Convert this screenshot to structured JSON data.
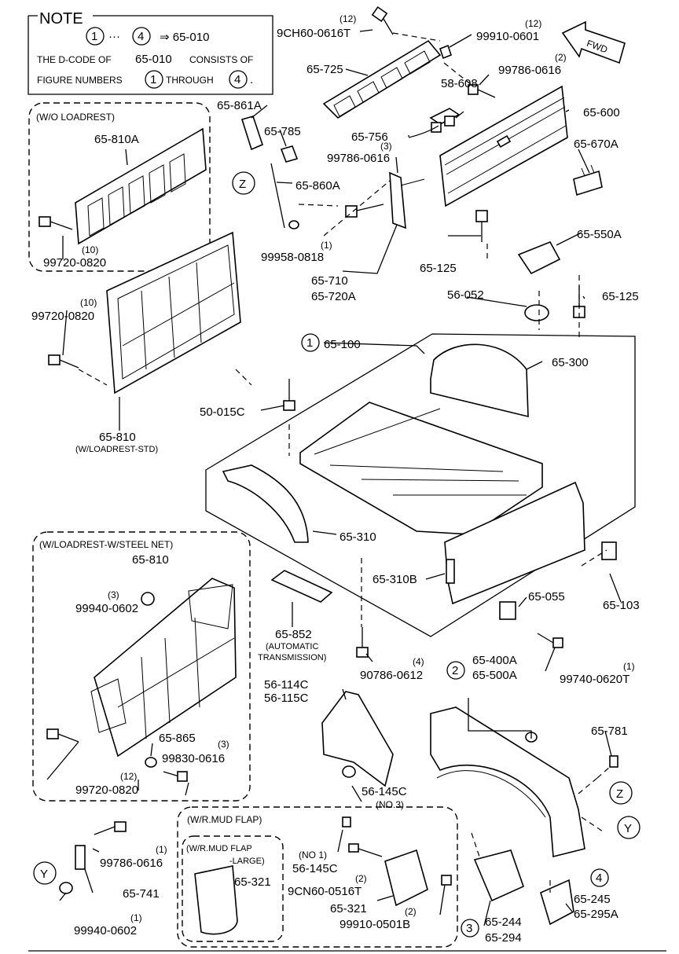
{
  "note": {
    "title": "NOTE",
    "c1": "1",
    "dots": "···",
    "c4": "4",
    "arrow": "⇒ 65-010",
    "line1a": "THE D-CODE OF",
    "line1b": "65-010",
    "line1c": "CONSISTS OF",
    "line2a": "FIGURE NUMBERS",
    "line2b": "THROUGH",
    "c1b": "1",
    "c4b": "4",
    "period": "."
  },
  "fwd": "FWD",
  "groups": {
    "wo_loadrest": "(W/O LOADREST)",
    "loadrest_net": "(W/LOADREST-W/STEEL NET)",
    "mud_flap": "(W/R.MUD FLAP)",
    "mud_flap_large_1": "(W/R.MUD FLAP",
    "mud_flap_large_2": "-LARGE)"
  },
  "markers": {
    "z1": "Z",
    "z2": "Z",
    "y1": "Y",
    "y2": "Y",
    "n1": "1",
    "n2": "2",
    "n3": "3",
    "n4": "4"
  },
  "labels": {
    "q12a": "(12)",
    "p9ch60_top": "9CH60-0616T",
    "q12b": "(12)",
    "p99910_0601": "99910-0601",
    "p65_725": "65-725",
    "q2a": "(2)",
    "p99786_0616_top": "99786-0616",
    "p58_608": "58-608",
    "p65_600": "65-600",
    "p65_861a": "65-861A",
    "p65_785": "65-785",
    "p65_756": "65-756",
    "q3a": "(3)",
    "p99786_0616_mid": "99786-0616",
    "p65_670a": "65-670A",
    "p65_810a": "65-810A",
    "p65_860a": "65-860A",
    "p65_550a": "65-550A",
    "q1a": "(1)",
    "p99958_0818": "99958-0818",
    "p65_125a": "65-125",
    "q10a": "(10)",
    "p99720_0820_a": "99720-0820",
    "p65_710": "65-710",
    "p65_720a": "65-720A",
    "p56_052": "56-052",
    "p65_125b": "65-125",
    "q10b": "(10)",
    "p99720_0820_b": "99720-0820",
    "p65_100": "65-100",
    "p65_300": "65-300",
    "p50_015c": "50-015C",
    "p65_810_std": "65-810",
    "loadrest_std": "(W/LOADREST-STD)",
    "p65_310": "65-310",
    "p65_810_net": "65-810",
    "q3b": "(3)",
    "p99940_0602_a": "99940-0602",
    "p65_310b": "65-310B",
    "p65_055": "65-055",
    "p65_103": "65-103",
    "p65_852": "65-852",
    "auto1": "(AUTOMATIC",
    "auto2": "TRANSMISSION)",
    "q4a": "(4)",
    "p90786_0612": "90786-0612",
    "p65_400a": "65-400A",
    "p65_500a": "65-500A",
    "q1b": "(1)",
    "p99740_0620t": "99740-0620T",
    "p56_114c": "56-114C",
    "p56_115c": "56-115C",
    "p65_865": "65-865",
    "q3c": "(3)",
    "p99830_0616": "99830-0616",
    "q12c": "(12)",
    "p99720_0820_c": "99720-0820",
    "p56_145c_a": "56-145C",
    "no3": "(NO.3)",
    "p65_781": "65-781",
    "no1": "(NO 1)",
    "p56_145c_b": "56-145C",
    "q2b": "(2)",
    "p9cn60_0516t": "9CN60-0516T",
    "p65_321_a": "65-321",
    "p65_321_b": "65-321",
    "q2c": "(2)",
    "p99910_0501b": "99910-0501B",
    "q1c": "(1)",
    "p99786_0616_bot": "99786-0616",
    "p65_741": "65-741",
    "q1d": "(1)",
    "p99940_0602_b": "99940-0602",
    "p65_244": "65-244",
    "p65_294": "65-294",
    "p65_245": "65-245",
    "p65_295a": "65-295A"
  }
}
